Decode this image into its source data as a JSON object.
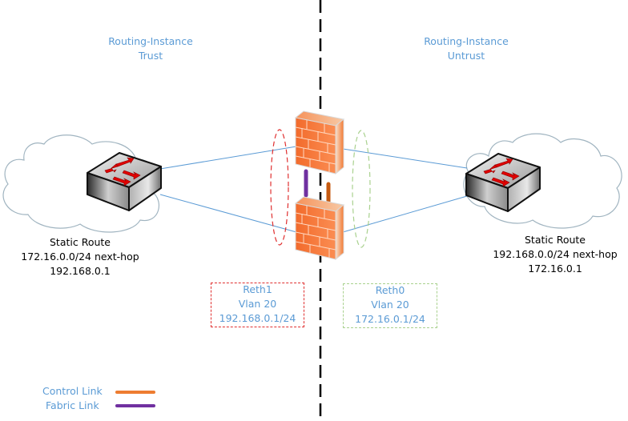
{
  "zones": {
    "trust": {
      "line1": "Routing-Instance",
      "line2": "Trust"
    },
    "untrust": {
      "line1": "Routing-Instance",
      "line2": "Untrust"
    }
  },
  "left_switch": {
    "icon": "layer2-switch-icon",
    "route_title": "Static Route",
    "route_prefix": "172.16.0.0/24 next-hop",
    "route_nexthop": "192.168.0.1"
  },
  "right_switch": {
    "icon": "layer2-switch-icon",
    "route_title": "Static Route",
    "route_prefix": "192.168.0.0/24 next-hop",
    "route_nexthop": "172.16.0.1"
  },
  "firewall_cluster": {
    "icon": "firewall-icon",
    "nodes": 2
  },
  "interfaces": {
    "reth1": {
      "name": "Reth1",
      "vlan": "Vlan 20",
      "ip": "192.168.0.1/24",
      "color": "#e03030"
    },
    "reth0": {
      "name": "Reth0",
      "vlan": "Vlan 20",
      "ip": "172.16.0.1/24",
      "color": "#a9d18e"
    }
  },
  "legend": {
    "control": {
      "label": "Control Link",
      "color": "#ed7d31"
    },
    "fabric": {
      "label": "Fabric Link",
      "color": "#7030a0"
    }
  },
  "colors": {
    "link": "#5b9bd5",
    "divider": "#000000",
    "cloud_stroke": "#a0b4c0"
  }
}
